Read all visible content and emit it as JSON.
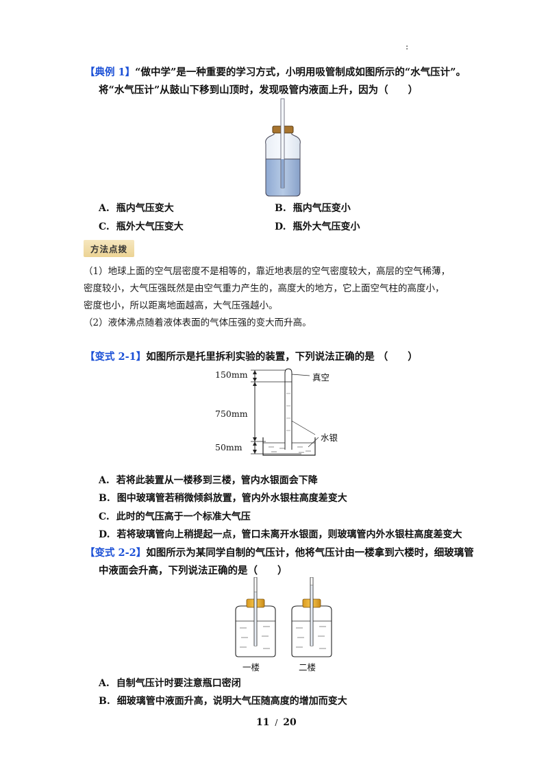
{
  "corner_mark": ":",
  "example1": {
    "tag": "【典例 1】",
    "line1": "“做中学”是一种重要的学习方式，小明用吸管制成如图所示的“水气压计”。",
    "line2": "将“水气压计”从鼓山下移到山顶时，发现吸管内液面上升，因为（　　）",
    "options": [
      {
        "key": "A.",
        "text": "瓶内气压变大"
      },
      {
        "key": "B.",
        "text": "瓶内气压变小"
      },
      {
        "key": "C.",
        "text": "瓶外大气压变大"
      },
      {
        "key": "D.",
        "text": "瓶外大气压变小"
      }
    ]
  },
  "tips": {
    "badge": "方法点拨",
    "lines": [
      "（1）地球上面的空气层密度不是相等的，靠近地表层的空气密度较大，高层的空气稀薄，",
      "密度较小，大气压强既然是由空气重力产生的，高度大的地方，它上面空气柱的高度小，",
      "密度也小，所以距离地面越高，大气压强越小。",
      "（2）液体沸点随着液体表面的气体压强的变大而升高。"
    ]
  },
  "variant21": {
    "tag": "【变式 2-1】",
    "line1": "如图所示是托里拆利实验的装置，下列说法正确的是 （　　）",
    "fig": {
      "h1": "150mm",
      "h2": "750mm",
      "h3": "50mm",
      "vacuum": "真空",
      "mercury": "水银"
    },
    "options": [
      {
        "key": "A.",
        "text": "若将此装置从一楼移到三楼，管内水银面会下降"
      },
      {
        "key": "B.",
        "text": "图中玻璃管若稍微倾斜放置，管内外水银柱高度差变大"
      },
      {
        "key": "C.",
        "text": "此时的气压高于一个标准大气压"
      },
      {
        "key": "D.",
        "text": "若将玻璃管向上稍提起一点，管口未离开水银面，则玻璃管内外水银柱高度差变大"
      }
    ]
  },
  "variant22": {
    "tag": "【变式 2-2】",
    "line1": "如图所示为某同学自制的气压计，他将气压计由一楼拿到六楼时，细玻璃管",
    "line2": "中液面会升高，下列说法正确的是（　　）",
    "fig": {
      "left": "一楼",
      "right": "二楼"
    },
    "options": [
      {
        "key": "A.",
        "text": "自制气压计时要注意瓶口密闭"
      },
      {
        "key": "B.",
        "text": "细玻璃管中液面升高，说明大气压随高度的增加而变大"
      }
    ]
  },
  "footer": {
    "page": "11",
    "sep": "/",
    "total": "20"
  }
}
